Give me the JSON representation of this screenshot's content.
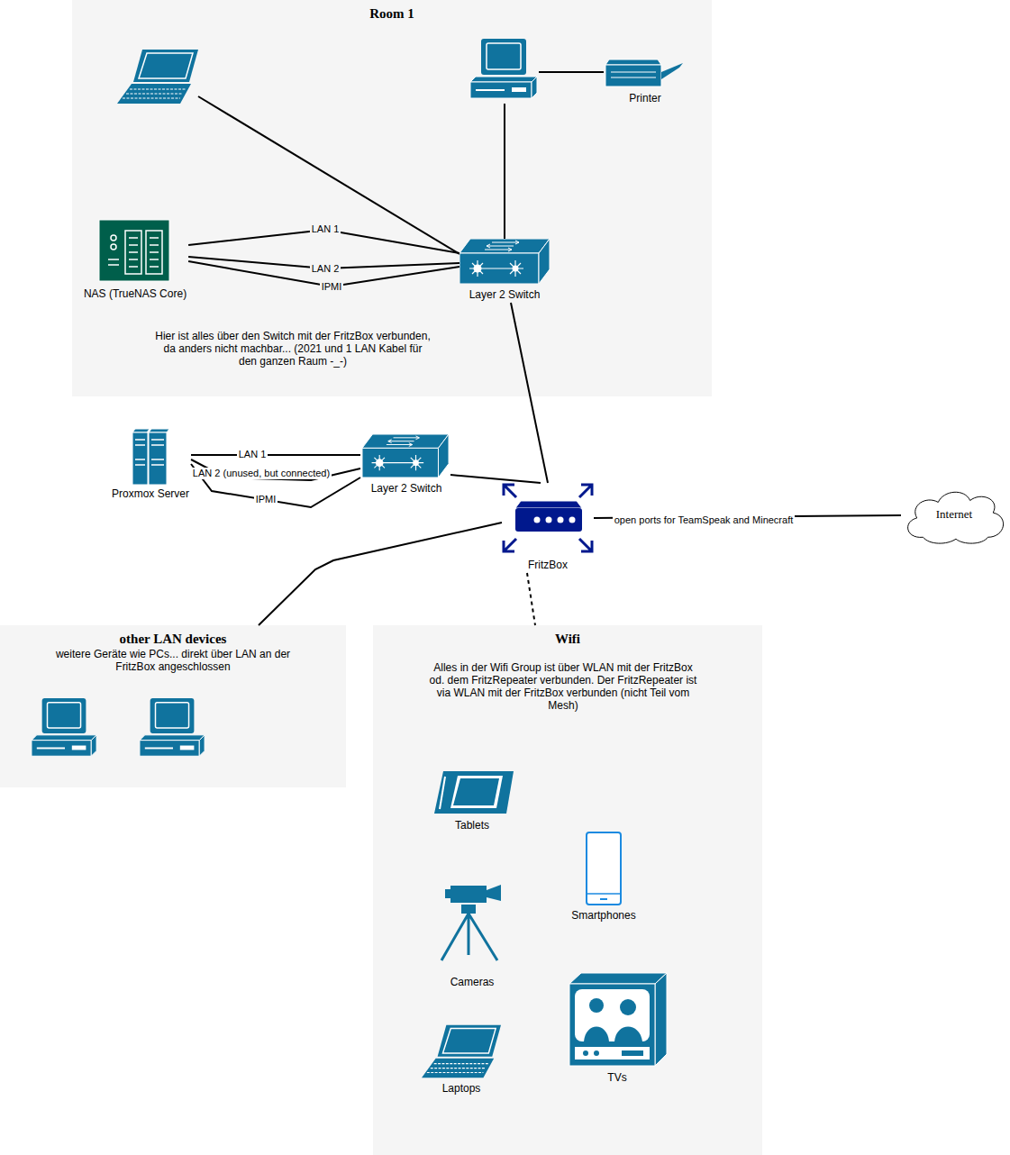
{
  "diagram": {
    "nodes": [
      {
        "text": [
          "Room 1",
          "Hier ist alles über den Switch mit der FritzBox verbunden, da anders nicht machbar... (2021 und 1 LAN Kabel für den ganzen Raum -_-)"
        ]
      },
      {
        "text": [
          "Printer"
        ],
        "in": 0
      },
      {
        "text": [
          "NAS (TrueNAS Core)"
        ],
        "in": 0
      },
      {
        "text": [
          "Layer 2 Switch"
        ],
        "in": 0
      },
      {
        "text": [
          "Proxmox Server"
        ]
      },
      {
        "text": [
          "Layer 2 Switch"
        ]
      },
      {
        "text": [
          "FritzBox"
        ]
      },
      {
        "text": [
          "Internet"
        ]
      },
      {
        "text": [
          "other LAN devices",
          "weitere Geräte wie PCs... direkt über LAN an der FritzBox angeschlossen"
        ]
      },
      {
        "text": [
          "Wifi",
          "Alles in der Wifi Group ist über WLAN mit der FritzBox od. dem FritzRepeater verbunden. Der FritzRepeater ist via WLAN mit der FritzBox verbunden (nicht Teil vom Mesh)"
        ]
      },
      {
        "text": [
          "Tablets"
        ],
        "in": 9
      },
      {
        "text": [
          "Smartphones"
        ],
        "in": 9
      },
      {
        "text": [
          "Cameras"
        ],
        "in": 9
      },
      {
        "text": [
          "Laptops"
        ],
        "in": 9
      },
      {
        "text": [
          "TVs"
        ],
        "in": 9
      }
    ],
    "edges": [
      {
        "from": 2,
        "to": 3,
        "label": "LAN 1",
        "arrow": "none"
      },
      {
        "from": 2,
        "to": 3,
        "label": "LAN 2",
        "arrow": "none"
      },
      {
        "from": 2,
        "to": 3,
        "label": "IPMI",
        "arrow": "none"
      },
      {
        "from": 3,
        "to": 6,
        "arrow": "none"
      },
      {
        "from": 4,
        "to": 5,
        "label": "LAN 1",
        "arrow": "none"
      },
      {
        "from": 4,
        "to": 5,
        "label": "LAN 2 (unused, but connected)",
        "arrow": "none"
      },
      {
        "from": 4,
        "to": 5,
        "label": "IPMI",
        "arrow": "none"
      },
      {
        "from": 5,
        "to": 6,
        "arrow": "none"
      },
      {
        "from": 6,
        "to": 7,
        "label": "open ports for TeamSpeak and Minecraft",
        "arrow": "none"
      },
      {
        "from": 6,
        "to": 8,
        "arrow": "none"
      },
      {
        "from": 6,
        "to": 9,
        "arrow": "none"
      }
    ]
  }
}
